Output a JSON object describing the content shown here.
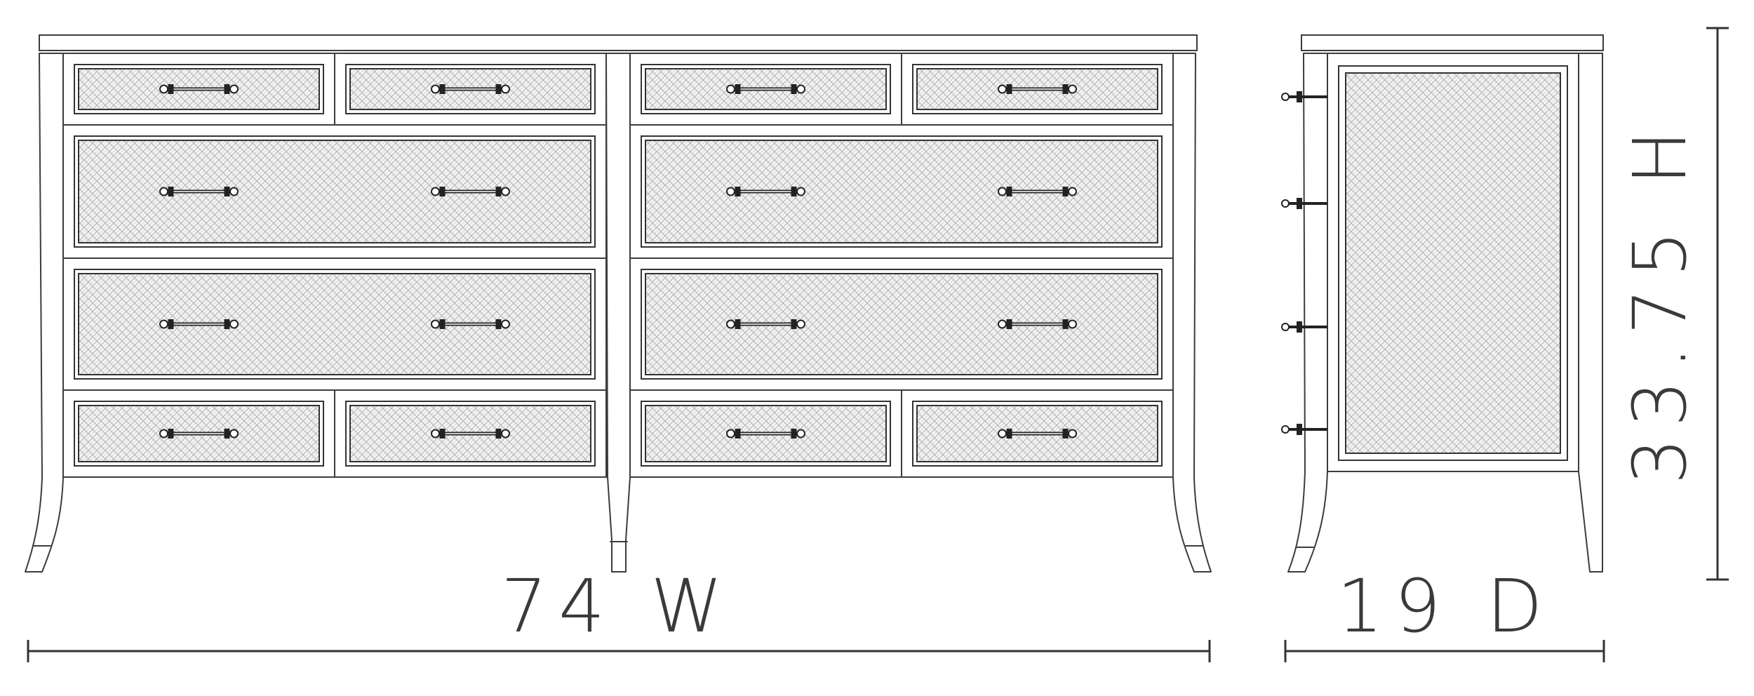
{
  "dimensions": {
    "width_label": "74 W",
    "depth_label": "19 D",
    "height_label": "33.75 H"
  },
  "colors": {
    "line": "#3c3c3c",
    "cane_pattern": "#b8b8b8",
    "background": "#ffffff"
  },
  "front_view": {
    "drawer_rows": [
      {
        "row": "top",
        "drawers_per_side": 2
      },
      {
        "row": "upper-wide",
        "drawers_per_side": 1
      },
      {
        "row": "lower-wide",
        "drawers_per_side": 1
      },
      {
        "row": "bottom",
        "drawers_per_side": 2
      }
    ],
    "sides": 2,
    "icons": [
      "bar-pull-icon",
      "cane-panel"
    ]
  },
  "side_view": {
    "panel": "cane-panel",
    "pulls_visible": 4
  }
}
